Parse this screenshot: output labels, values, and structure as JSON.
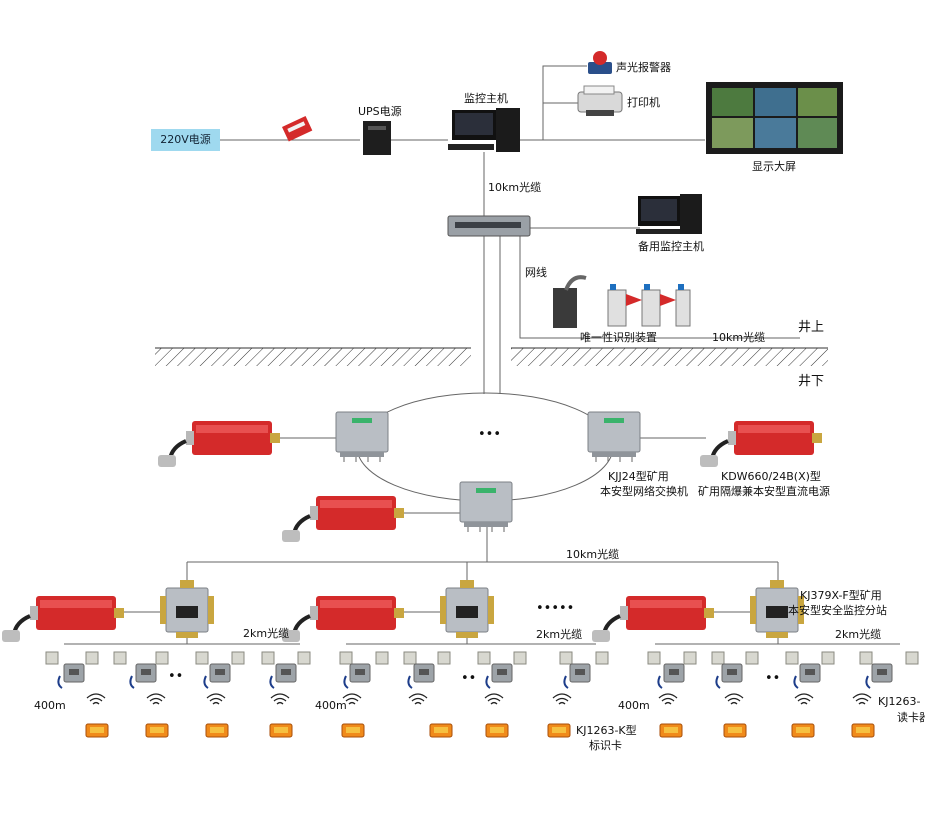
{
  "top": {
    "power_source": "220V电源",
    "ups": "UPS电源",
    "host": "监控主机",
    "alarm": "声光报警器",
    "printer": "打印机",
    "screen": "显示大屏",
    "fiber_top": "10km光缆",
    "backup_host": "备用监控主机",
    "net_cable": "网线",
    "id_device": "唯一性识别装置",
    "fiber_right": "10km光缆",
    "above_ground": "井上",
    "below_ground": "井下"
  },
  "ring": {
    "dots": "•••",
    "switch_label_1": "KJJ24型矿用",
    "switch_label_2": "本安型网络交换机",
    "power_label_1": "KDW660/24B(X)型",
    "power_label_2": "矿用隔爆兼本安型直流电源"
  },
  "substations": {
    "fiber_bus": "10km光缆",
    "station_label_1": "KJ379X-F型矿用",
    "station_label_2": "本安型安全监控分站",
    "cable_2km": [
      "2km光缆",
      "2km光缆",
      "2km光缆"
    ],
    "between_dots": "•••••",
    "reader_dots": [
      "••",
      "••",
      "••"
    ],
    "range": [
      "400m",
      "400m",
      "400m"
    ],
    "card_label_1": "KJ1263-K型",
    "card_label_2": "标识卡",
    "reader_label_1": "KJ1263-",
    "reader_label_2": "读卡器"
  },
  "colors": {
    "power_red": "#d42a2a",
    "steel": "#b9bec4",
    "card_orange": "#f08a1a",
    "source_blue": "#9fd9ef",
    "line": "#555555"
  }
}
